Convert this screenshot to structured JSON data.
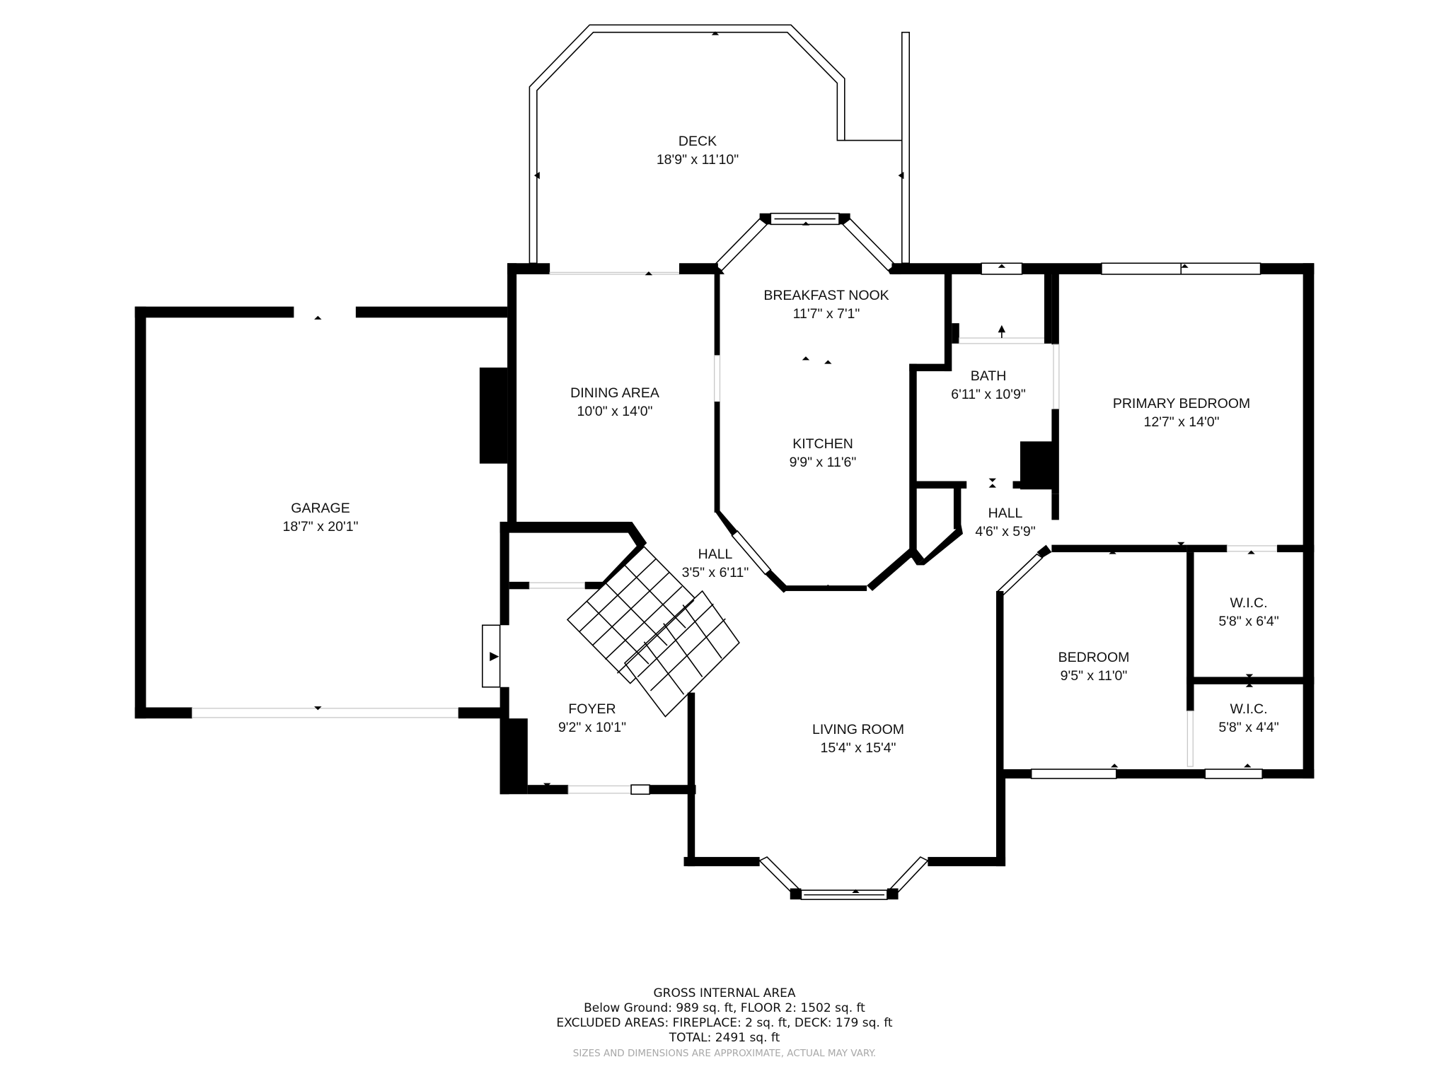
{
  "floorplan": {
    "rooms": [
      {
        "id": "deck",
        "name": "DECK",
        "dimensions": "18'9\" x 11'10\""
      },
      {
        "id": "breakfast-nook",
        "name": "BREAKFAST NOOK",
        "dimensions": "11'7\" x 7'1\""
      },
      {
        "id": "dining-area",
        "name": "DINING AREA",
        "dimensions": "10'0\" x 14'0\""
      },
      {
        "id": "kitchen",
        "name": "KITCHEN",
        "dimensions": "9'9\" x 11'6\""
      },
      {
        "id": "bath",
        "name": "BATH",
        "dimensions": "6'11\" x 10'9\""
      },
      {
        "id": "primary-bedroom",
        "name": "PRIMARY BEDROOM",
        "dimensions": "12'7\" x 14'0\""
      },
      {
        "id": "garage",
        "name": "GARAGE",
        "dimensions": "18'7\" x 20'1\""
      },
      {
        "id": "hall-1",
        "name": "HALL",
        "dimensions": "3'5\" x 6'11\""
      },
      {
        "id": "hall-2",
        "name": "HALL",
        "dimensions": "4'6\" x 5'9\""
      },
      {
        "id": "wic-1",
        "name": "W.I.C.",
        "dimensions": "5'8\" x 6'4\""
      },
      {
        "id": "bedroom",
        "name": "BEDROOM",
        "dimensions": "9'5\" x 11'0\""
      },
      {
        "id": "wic-2",
        "name": "W.I.C.",
        "dimensions": "5'8\" x 4'4\""
      },
      {
        "id": "foyer",
        "name": "FOYER",
        "dimensions": "9'2\" x 10'1\""
      },
      {
        "id": "living-room",
        "name": "LIVING ROOM",
        "dimensions": "15'4\" x 15'4\""
      }
    ]
  },
  "footer": {
    "title": "GROSS INTERNAL AREA",
    "line1": "Below Ground: 989 sq. ft, FLOOR 2: 1502 sq. ft",
    "line2": "EXCLUDED AREAS: FIREPLACE: 2 sq. ft, DECK: 179 sq. ft",
    "line3": "TOTAL: 2491 sq. ft",
    "disclaimer": "SIZES AND DIMENSIONS ARE APPROXIMATE, ACTUAL MAY VARY."
  },
  "colors": {
    "wall": "#000000",
    "text": "#111111",
    "disclaimer": "#a8a8a8",
    "background": "#ffffff"
  }
}
